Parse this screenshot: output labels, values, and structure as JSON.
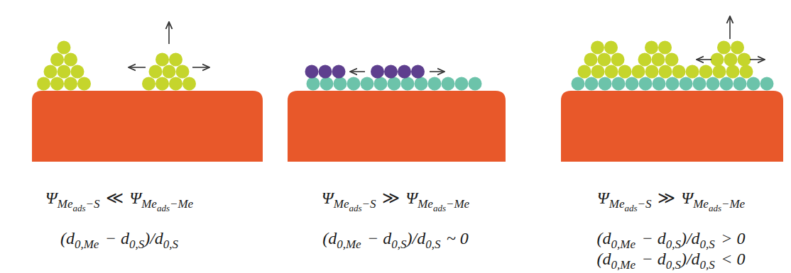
{
  "diagram": {
    "labels": [
      "Ψ",
      "Me",
      "ads",
      "−S",
      "≪",
      "Ψ",
      "Me",
      "ads",
      "−Me",
      "(d",
      "0,Me",
      "− d",
      "0,S",
      ")/d",
      "0,S",
      "Ψ",
      "Me",
      "ads",
      "−S",
      "≫",
      "Ψ",
      "Me",
      "ads",
      "−Me",
      "(d",
      "0,Me",
      "− d",
      "0,S",
      ")/d",
      "0,S",
      "~ 0",
      "Ψ",
      "Me",
      "ads",
      "−S",
      "≫",
      "Ψ",
      "Me",
      "ads",
      "−Me",
      "(d",
      "0,Me",
      "− d",
      "0,S",
      ")/d",
      "0,S",
      "> 0",
      "(d",
      "0,Me",
      "− d",
      "0,S",
      ")/d",
      "0,S",
      "< 0"
    ]
  }
}
